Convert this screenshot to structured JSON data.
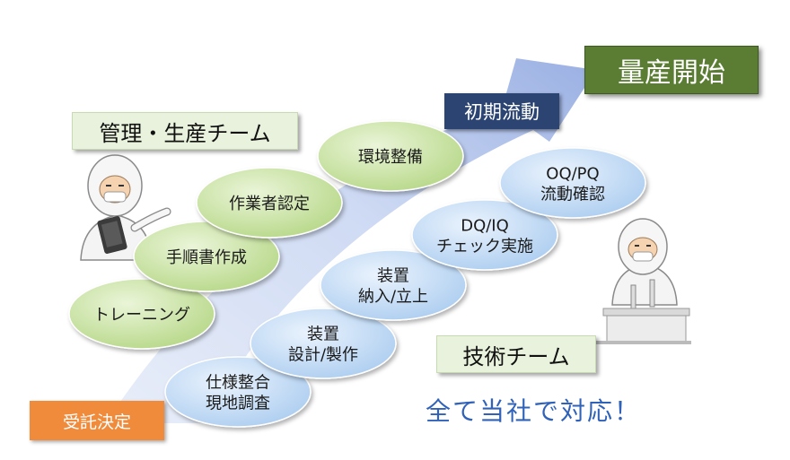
{
  "labels": {
    "mgmt_team": "管理・生産チーム",
    "tech_team": "技術チーム",
    "initial_flow": "初期流動",
    "mass_production": "量産開始",
    "order_decision": "受託決定",
    "slogan": "全て当社で対応！"
  },
  "mgmt_steps": [
    "トレーニング",
    "手順書作成",
    "作業者認定",
    "環境整備"
  ],
  "tech_steps": [
    [
      "仕様整合",
      "現地調査"
    ],
    [
      "装置",
      "設計/製作"
    ],
    [
      "装置",
      "納入/立上"
    ],
    [
      "DQ/IQ",
      "チェック実施"
    ],
    [
      "OQ/PQ",
      "流動確認"
    ]
  ],
  "colors": {
    "arrow": "#c9d6f2",
    "green_ellipse": "#c4e19b",
    "blue_ellipse": "#c3dcf6",
    "initial_flow_bg": "#2c4472",
    "mass_production_bg": "#5b7d33",
    "order_decision_bg": "#ef8b3a",
    "slogan": "#2f62b8"
  },
  "icons": [
    "worker-with-clipboard-icon",
    "worker-at-bench-icon"
  ]
}
